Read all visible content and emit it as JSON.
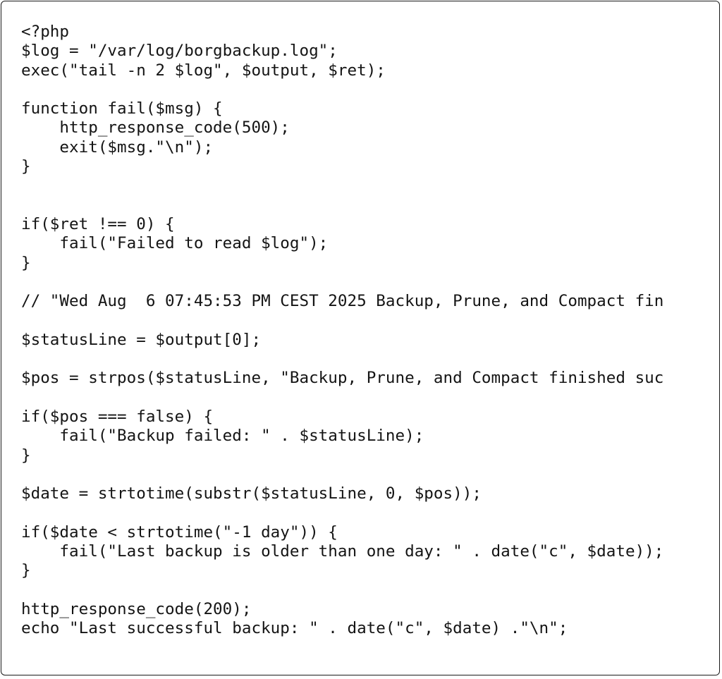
{
  "code": {
    "language": "php",
    "lines": [
      "<?php",
      "$log = \"/var/log/borgbackup.log\";",
      "exec(\"tail -n 2 $log\", $output, $ret);",
      "",
      "function fail($msg) {",
      "    http_response_code(500);",
      "    exit($msg.\"\\n\");",
      "}",
      "",
      "",
      "if($ret !== 0) {",
      "    fail(\"Failed to read $log\");",
      "}",
      "",
      "// \"Wed Aug  6 07:45:53 PM CEST 2025 Backup, Prune, and Compact fin",
      "",
      "$statusLine = $output[0];",
      "",
      "$pos = strpos($statusLine, \"Backup, Prune, and Compact finished suc",
      "",
      "if($pos === false) {",
      "    fail(\"Backup failed: \" . $statusLine);",
      "}",
      "",
      "$date = strtotime(substr($statusLine, 0, $pos));",
      "",
      "if($date < strtotime(\"-1 day\")) {",
      "    fail(\"Last backup is older than one day: \" . date(\"c\", $date));",
      "}",
      "",
      "http_response_code(200);",
      "echo \"Last successful backup: \" . date(\"c\", $date) .\"\\n\";"
    ]
  }
}
